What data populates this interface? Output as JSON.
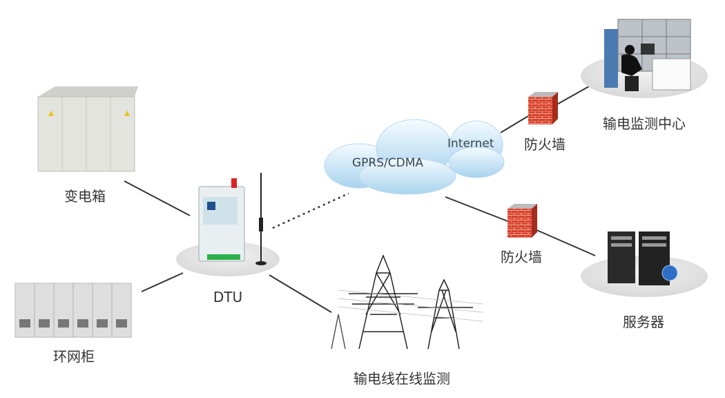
{
  "labels": {
    "substation": "变电箱",
    "ring_cabinet": "环网柜",
    "dtu": "DTU",
    "power_line": "输电线在线监测",
    "cloud_gprs": "GPRS/CDMA",
    "cloud_internet": "Internet",
    "firewall_top": "防火墙",
    "firewall_bottom": "防火墙",
    "monitor_center": "输电监测中心",
    "server": "服务器"
  },
  "colors": {
    "line": "#333333",
    "cloud": "#cfe6f5",
    "firewall_brick": "#d8402a",
    "ellipse": "#e3e3e3"
  }
}
